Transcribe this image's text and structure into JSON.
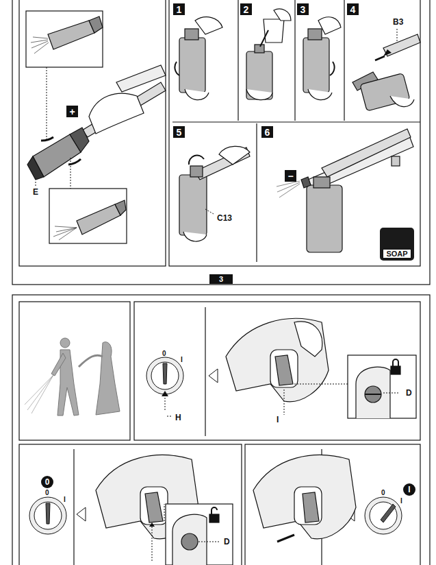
{
  "diagram": {
    "nodes": [
      {
        "text": [
          "+"
        ]
      },
      {
        "text": [
          "1"
        ]
      },
      {
        "text": [
          "2"
        ]
      },
      {
        "text": [
          "3"
        ]
      },
      {
        "text": [
          "4"
        ]
      },
      {
        "text": [
          "5"
        ]
      },
      {
        "text": [
          "6"
        ]
      },
      {
        "text": [
          "−"
        ]
      },
      {
        "text": [
          "SOAP"
        ]
      },
      {
        "text": [
          "3"
        ]
      },
      {
        "text": [
          "0"
        ]
      },
      {
        "text": [
          "I"
        ]
      }
    ],
    "labels": [
      "E",
      "C13",
      "B3",
      "0",
      "I",
      "H",
      "I",
      "D",
      "0",
      "I",
      "D",
      "0",
      "I"
    ]
  }
}
